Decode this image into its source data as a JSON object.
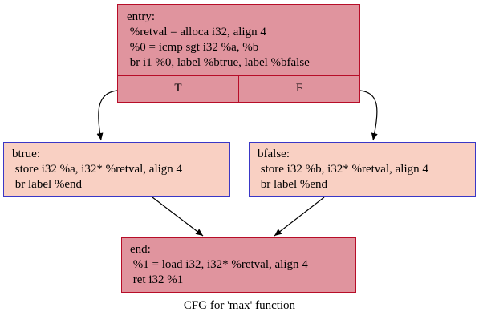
{
  "nodes": {
    "entry": {
      "lines": [
        "entry:",
        " %retval = alloca i32, align 4",
        " %0 = icmp sgt i32 %a, %b",
        " br i1 %0, label %btrue, label %bfalse"
      ],
      "ports": [
        "T",
        "F"
      ]
    },
    "btrue": {
      "lines": [
        "btrue:",
        " store i32 %a, i32* %retval, align 4",
        " br label %end"
      ]
    },
    "bfalse": {
      "lines": [
        "bfalse:",
        " store i32 %b, i32* %retval, align 4",
        " br label %end"
      ]
    },
    "end": {
      "lines": [
        "end:",
        " %1 = load i32, i32* %retval, align 4",
        " ret i32 %1"
      ]
    }
  },
  "caption": "CFG for 'max' function",
  "colors": {
    "dark_fill": "#e0949e",
    "dark_border": "#b70d28",
    "light_fill": "#f9d0c3",
    "light_border": "#3a37c6"
  }
}
